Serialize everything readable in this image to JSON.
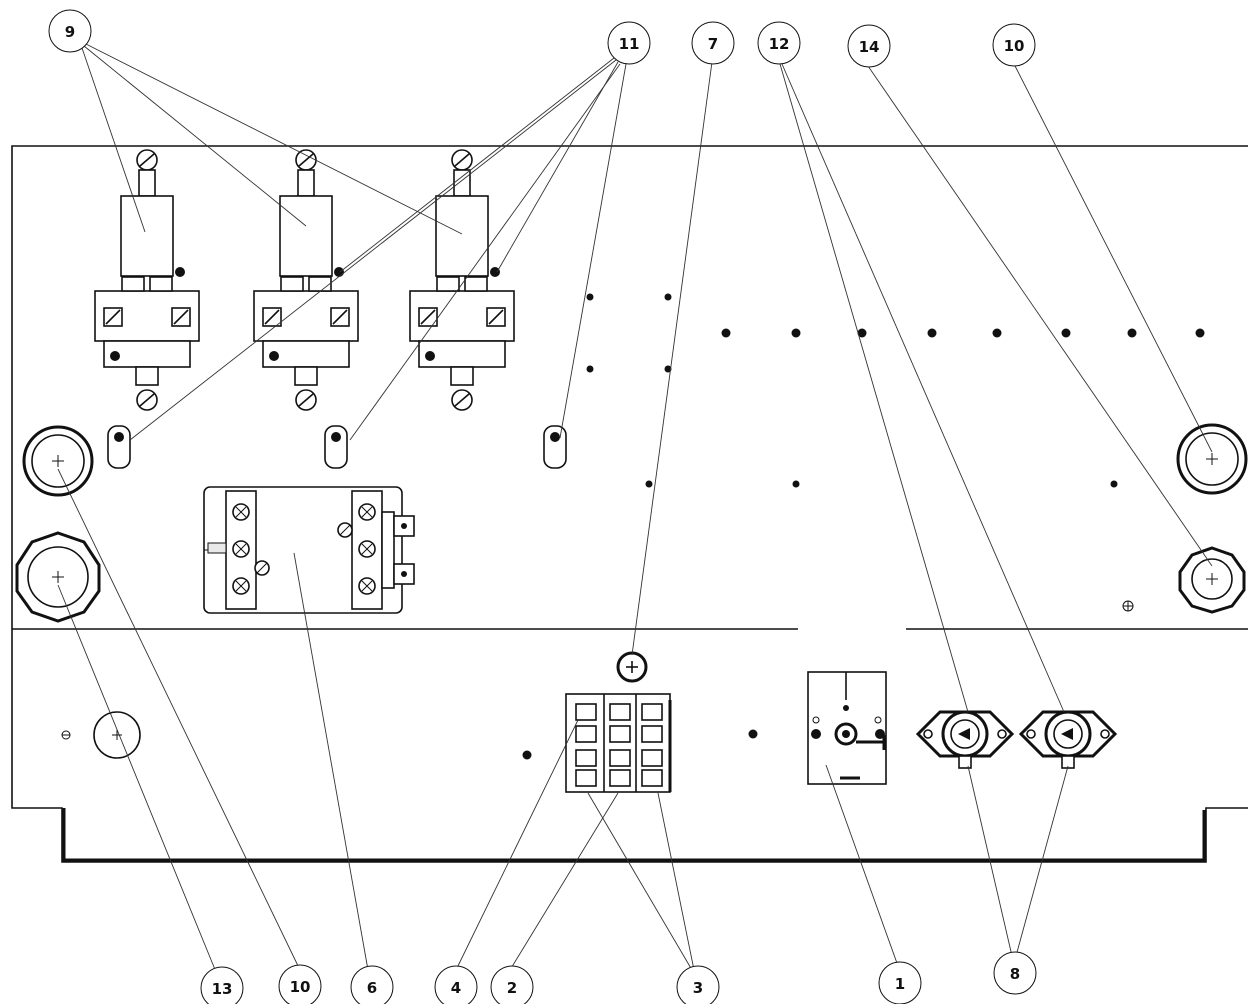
{
  "diagram": {
    "callouts": [
      {
        "id": "c9",
        "label": "9"
      },
      {
        "id": "c11",
        "label": "11"
      },
      {
        "id": "c7",
        "label": "7"
      },
      {
        "id": "c12",
        "label": "12"
      },
      {
        "id": "c14",
        "label": "14"
      },
      {
        "id": "c10a",
        "label": "10"
      },
      {
        "id": "c13",
        "label": "13"
      },
      {
        "id": "c10b",
        "label": "10"
      },
      {
        "id": "c6",
        "label": "6"
      },
      {
        "id": "c4",
        "label": "4"
      },
      {
        "id": "c2",
        "label": "2"
      },
      {
        "id": "c3",
        "label": "3"
      },
      {
        "id": "c1",
        "label": "1"
      },
      {
        "id": "c8",
        "label": "8"
      }
    ]
  }
}
